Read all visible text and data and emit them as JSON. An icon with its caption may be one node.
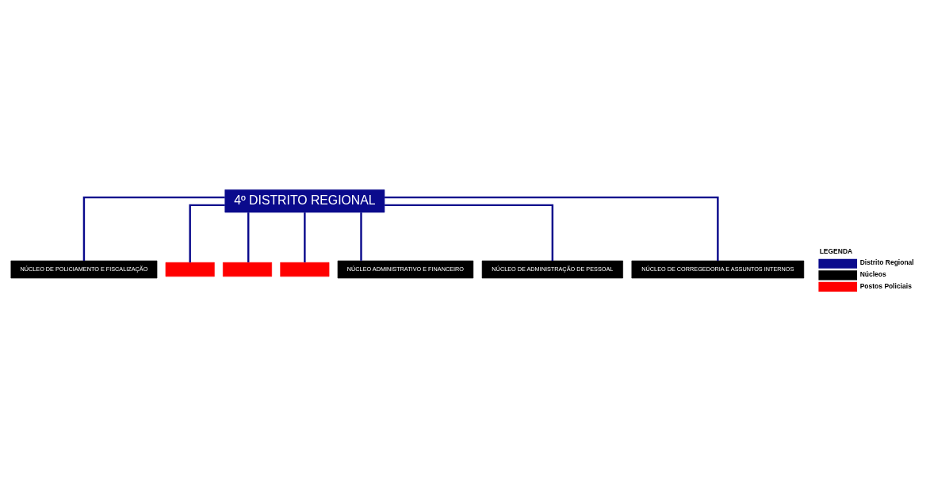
{
  "diagram": {
    "nodes": [
      {
        "text": [
          "4º DISTRITO REGIONAL"
        ]
      },
      {
        "text": [
          "NÚCLEO DE POLICIAMENTO E FISCALIZAÇÃO"
        ]
      },
      {
        "text": [],
        "shape": "bar"
      },
      {
        "text": [],
        "shape": "bar"
      },
      {
        "text": [],
        "shape": "bar"
      },
      {
        "text": [
          "NÚCLEO ADMINISTRATIVO E FINANCEIRO"
        ]
      },
      {
        "text": [
          "NÚCLEO DE ADMINISTRAÇÃO DE PESSOAL"
        ]
      },
      {
        "text": [
          "NÚCLEO DE CORREGEDORIA E ASSUNTOS INTERNOS"
        ]
      }
    ],
    "edges": [
      {
        "from": 0,
        "to": 1,
        "arrow": "none"
      },
      {
        "from": 0,
        "to": 2,
        "arrow": "none"
      },
      {
        "from": 0,
        "to": 3,
        "arrow": "none"
      },
      {
        "from": 0,
        "to": 4,
        "arrow": "none"
      },
      {
        "from": 0,
        "to": 5,
        "arrow": "none"
      },
      {
        "from": 0,
        "to": 6,
        "arrow": "none"
      },
      {
        "from": 0,
        "to": 7,
        "arrow": "none"
      }
    ],
    "labels": [
      "LEGENDA"
    ],
    "legend": [
      {
        "text": "Distrito Regional",
        "color": "#0a0a8c"
      },
      {
        "text": "Núcleos",
        "color": "#000000"
      },
      {
        "text": "Postos Policiais",
        "color": "#ff0000"
      }
    ]
  }
}
